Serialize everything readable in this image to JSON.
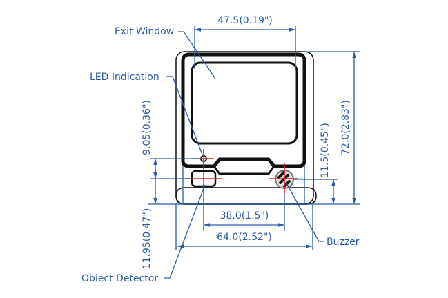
{
  "colors": {
    "dim": "#2d5aa8",
    "outline": "#111111",
    "center": "#e02020"
  },
  "labels": {
    "exit_window": "Exit Window",
    "led_indication": "LED Indication",
    "buzzer": "Buzzer",
    "object_detector": "Obiect Detector"
  },
  "dimensions": {
    "window_width": "47.5(0.19\")",
    "overall_height": "72.0(2.83\")",
    "buzzer_height": "11.5(0.45\")",
    "led_height": "9.05(0.36\")",
    "detector_height": "11.95(0.47\")",
    "detector_buzzer_spacing": "38.0(1.5\")",
    "overall_width": "64.0(2.52\")"
  }
}
